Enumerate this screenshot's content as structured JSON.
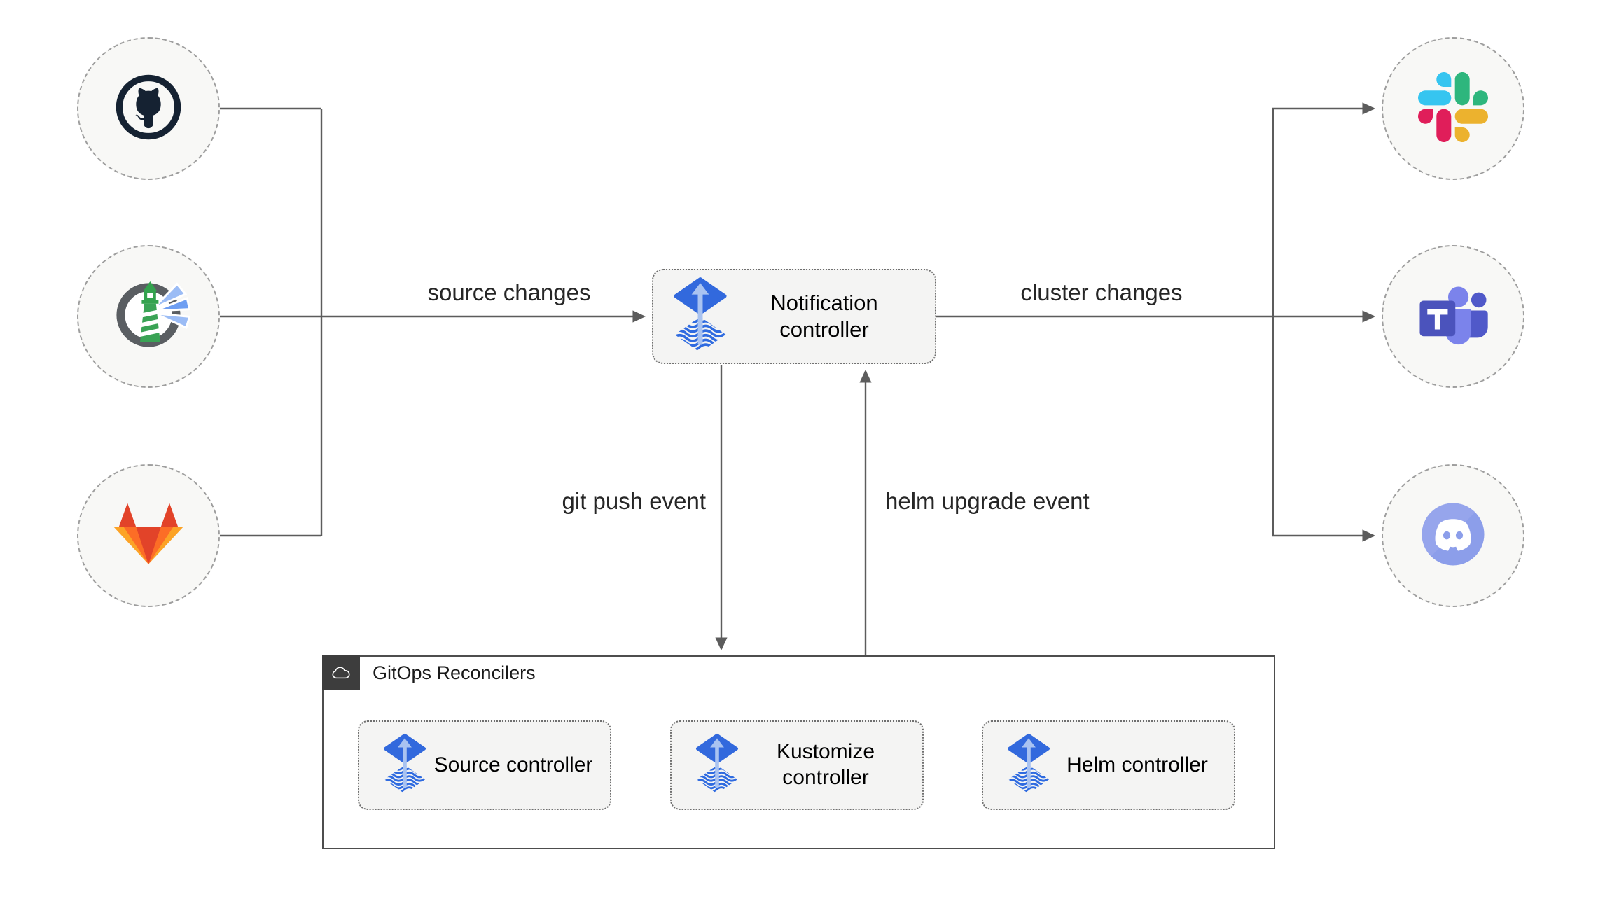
{
  "edges": {
    "source_changes": "source changes",
    "cluster_changes": "cluster changes",
    "git_push_event": "git push event",
    "helm_upgrade_event": "helm upgrade event"
  },
  "notification_controller": {
    "label": "Notification controller",
    "icon": "flux-icon"
  },
  "sources": [
    {
      "icon": "github-icon"
    },
    {
      "icon": "harbor-icon"
    },
    {
      "icon": "gitlab-icon"
    }
  ],
  "alert_providers": [
    {
      "icon": "slack-icon"
    },
    {
      "icon": "teams-icon"
    },
    {
      "icon": "discord-icon"
    }
  ],
  "reconcilers": {
    "title": "GitOps Reconcilers",
    "badge_icon": "cloud-icon",
    "items": [
      {
        "label": "Source controller",
        "icon": "flux-icon"
      },
      {
        "label": "Kustomize controller",
        "icon": "flux-icon"
      },
      {
        "label": "Helm controller",
        "icon": "flux-icon"
      }
    ]
  },
  "colors": {
    "line": "#5c5c5c",
    "box_fill": "#f4f4f3",
    "box_border_dotted": "#6f6f6f",
    "container_border": "#4d4d4d",
    "circle_fill": "#f8f8f6",
    "circle_border": "#9e9e9e",
    "badge_bg": "#3d3d3d",
    "flux_blue": "#3269dd",
    "flux_wave_blue": "#2f6be0",
    "flux_arrow_light": "#a9c3f1",
    "github_dark": "#152232",
    "harbor_gray": "#5a5e62",
    "harbor_green": "#34a24e",
    "harbor_beam": "#7fa9f2",
    "gitlab_red": "#e24329",
    "gitlab_orange": "#fc6d26",
    "gitlab_light_orange": "#fca326",
    "slack_blue": "#36c5f0",
    "slack_green": "#2eb67d",
    "slack_red": "#e01e5a",
    "slack_yellow": "#ecb22e",
    "teams_purple": "#4b53bc",
    "teams_light": "#7b83eb",
    "teams_mid": "#5059c9",
    "discord_blurple": "#8c9eea"
  }
}
